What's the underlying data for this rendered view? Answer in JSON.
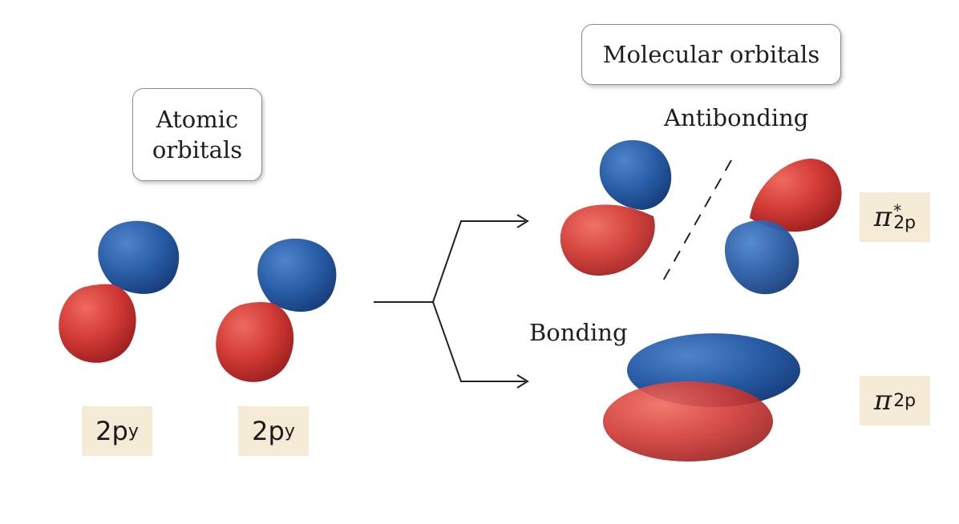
{
  "labels": {
    "atomic_line1": "Atomic",
    "atomic_line2": "orbitals",
    "molecular": "Molecular orbitals",
    "antibonding": "Antibonding",
    "bonding": "Bonding"
  },
  "orbital_tags": {
    "left_2py": {
      "main": "2p",
      "sub": "y"
    },
    "right_2py": {
      "main": "2p",
      "sub": "y"
    },
    "pi_star": {
      "symbol": "π",
      "superscript": "*",
      "subscript": "2p"
    },
    "pi": {
      "symbol": "π",
      "subscript": "2p"
    }
  },
  "colors": {
    "positive_lobe": "#d23a35",
    "negative_lobe": "#2a5ea8",
    "tag_background": "#f5ead6",
    "line": "#222222"
  }
}
